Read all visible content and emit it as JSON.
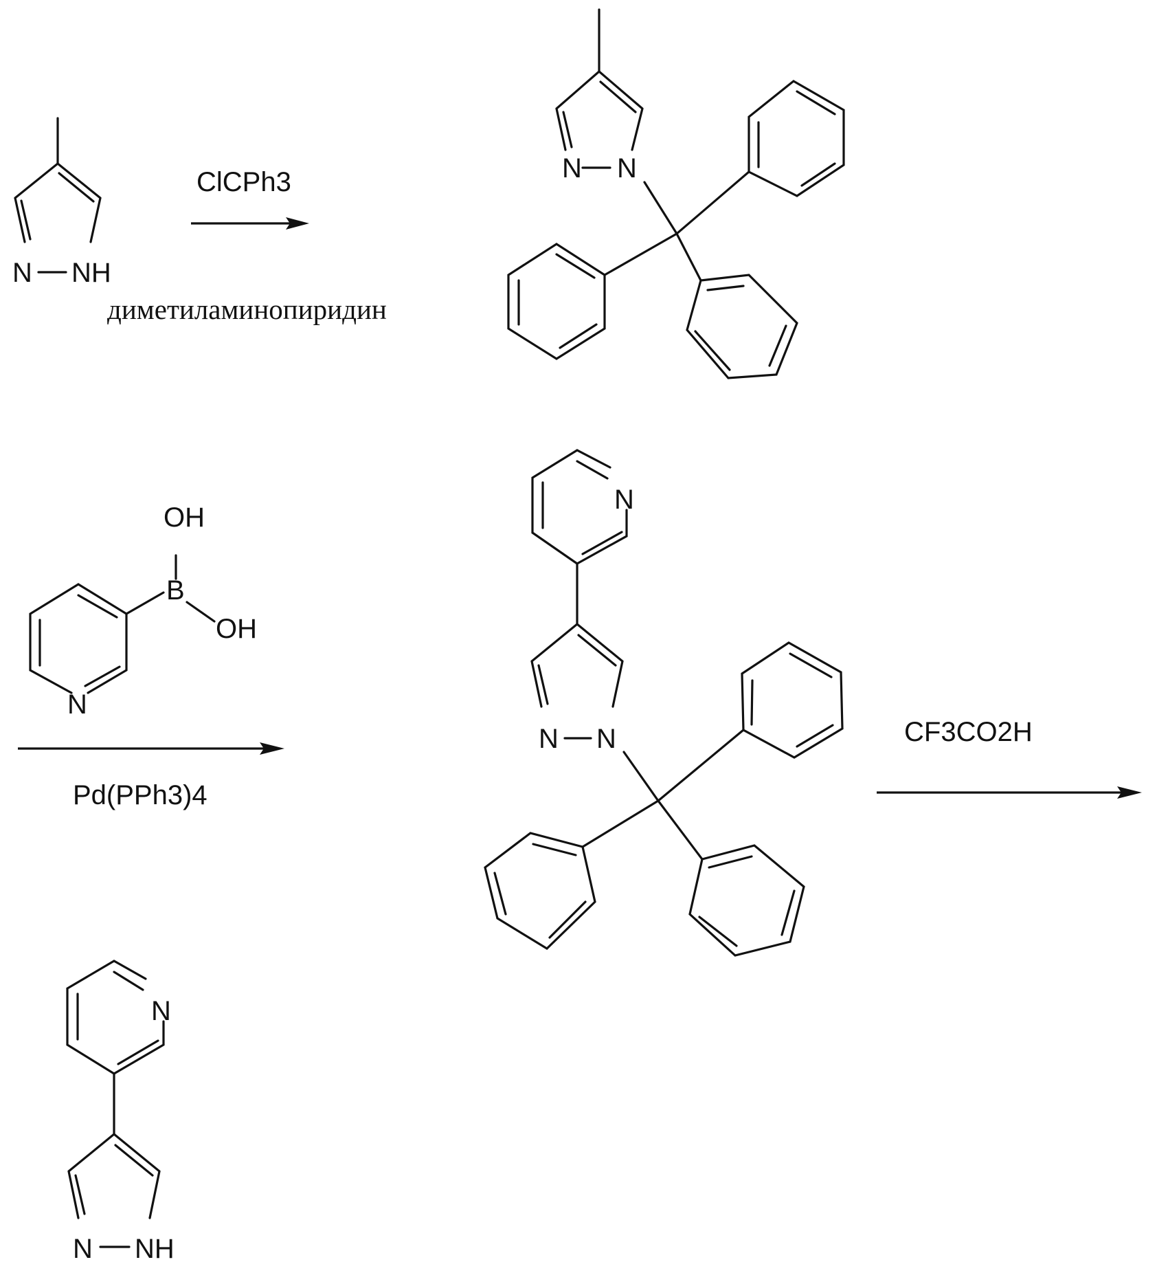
{
  "atoms": {
    "n": "N",
    "nh": "NH",
    "oh": "OH",
    "b": "B"
  },
  "reagents": {
    "step1_above": "ClCPh3",
    "step1_below": "диметиламинопиридин",
    "step2_below": "Pd(PPh3)4",
    "step3_above": "CF3CO2H"
  }
}
